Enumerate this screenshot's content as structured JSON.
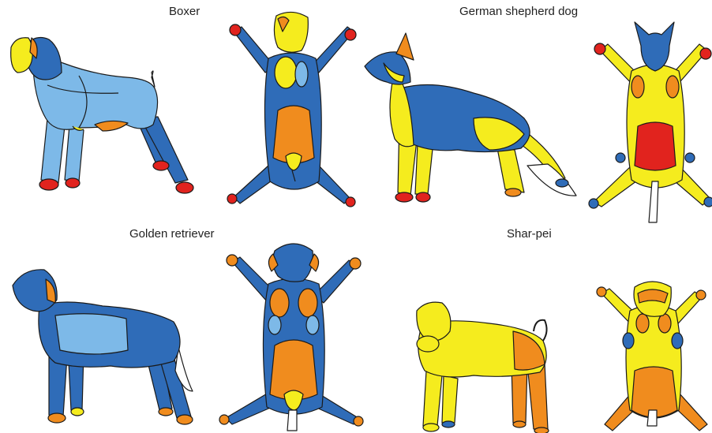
{
  "titles": {
    "boxer": "Boxer",
    "german_shepherd": "German shepherd dog",
    "golden_retriever": "Golden retriever",
    "shar_pei": "Shar-pei"
  },
  "colors": {
    "dark_blue": "#2f6cb8",
    "light_blue": "#7db9e8",
    "yellow": "#f5ec1e",
    "orange": "#f08c1e",
    "red": "#e1231e",
    "white": "#ffffff",
    "outline": "#1a1a1a"
  }
}
